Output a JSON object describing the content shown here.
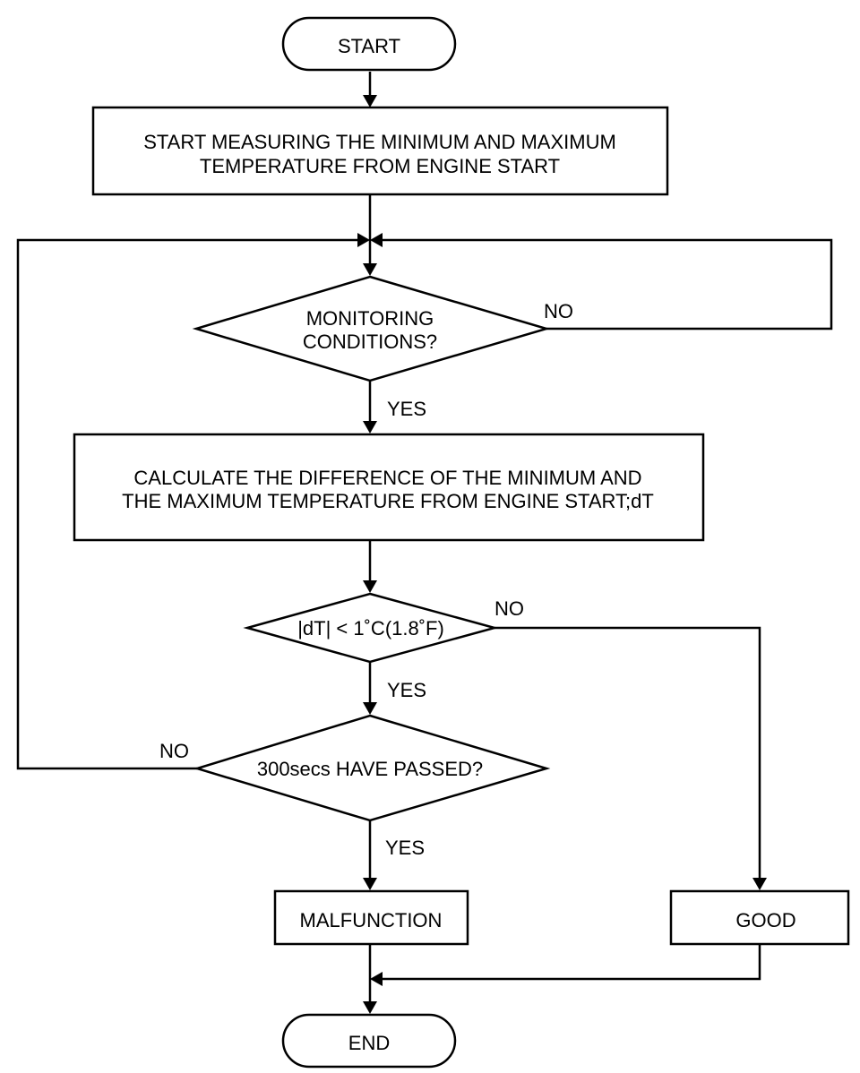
{
  "flowchart": {
    "start": "START",
    "step_measure": {
      "line1": "START MEASURING THE MINIMUM AND MAXIMUM",
      "line2": "TEMPERATURE FROM ENGINE START"
    },
    "decision_monitoring": {
      "line1": "MONITORING",
      "line2": "CONDITIONS?"
    },
    "step_calculate": {
      "line1": "CALCULATE THE DIFFERENCE OF THE MINIMUM AND",
      "line2": "THE MAXIMUM TEMPERATURE FROM ENGINE START;dT"
    },
    "decision_dt": "|dT| < 1˚C(1.8˚F)",
    "decision_time": "300secs HAVE PASSED?",
    "result_malfunction": "MALFUNCTION",
    "result_good": "GOOD",
    "end": "END",
    "labels": {
      "monitoring_no": "NO",
      "monitoring_yes": "YES",
      "dt_no": "NO",
      "dt_yes": "YES",
      "time_no": "NO",
      "time_yes": "YES"
    }
  }
}
